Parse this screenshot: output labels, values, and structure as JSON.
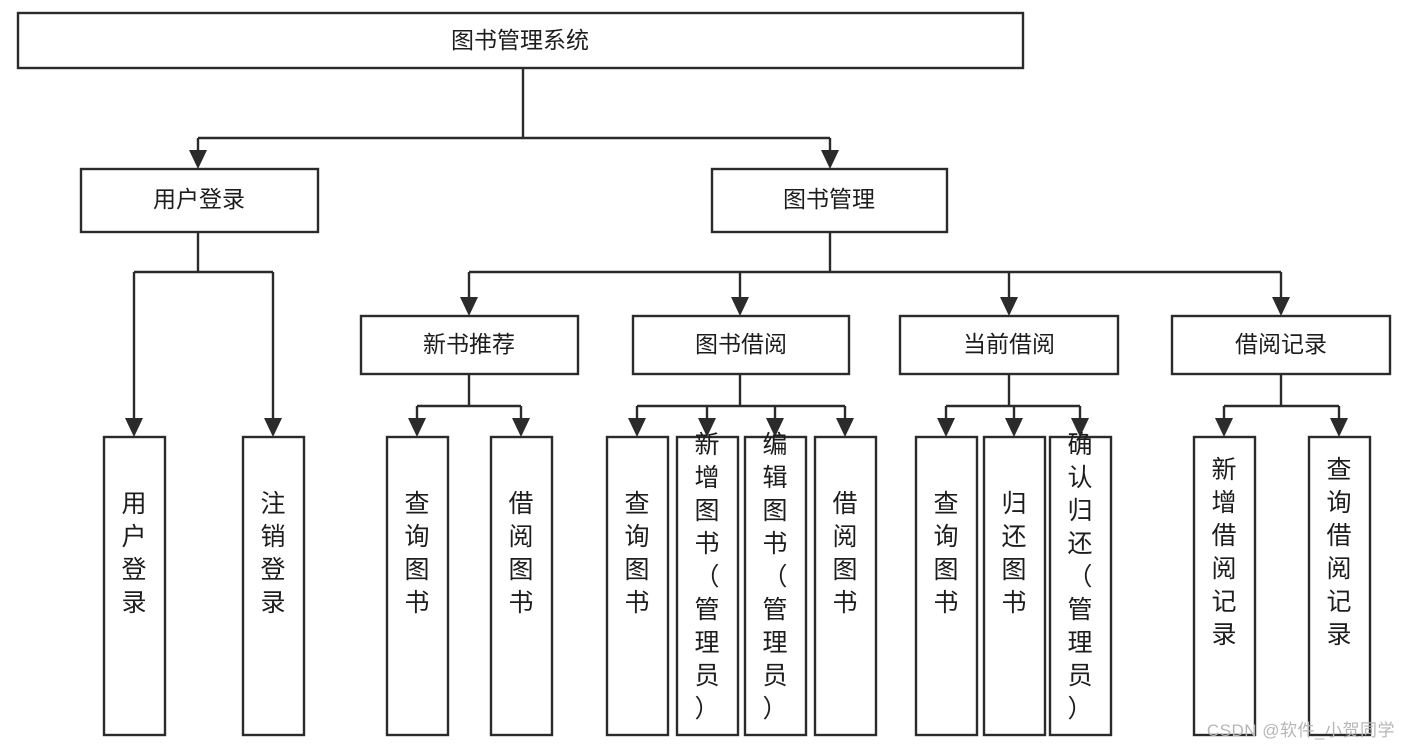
{
  "diagram": {
    "type": "tree-hierarchy",
    "title": "图书管理系统",
    "watermark": "CSDN @软件_小贺同学",
    "colors": {
      "stroke": "#2b2b2b",
      "box_fill": "#ffffff",
      "text": "#1d1d1d",
      "background": "#ffffff",
      "watermark_text": "#b6b6b6"
    },
    "root": {
      "label": "图书管理系统"
    },
    "level2": [
      {
        "label": "用户登录"
      },
      {
        "label": "图书管理"
      }
    ],
    "level3": [
      {
        "label": "新书推荐"
      },
      {
        "label": "图书借阅"
      },
      {
        "label": "当前借阅"
      },
      {
        "label": "借阅记录"
      }
    ],
    "leaves": {
      "user_login": [
        {
          "label": "用户登录"
        },
        {
          "label": "注销登录"
        }
      ],
      "new_book_recommend": [
        {
          "label": "查询图书"
        },
        {
          "label": "借阅图书"
        }
      ],
      "book_borrow": [
        {
          "label": "查询图书"
        },
        {
          "label": "新增图书（管理员）"
        },
        {
          "label": "编辑图书（管理员）"
        },
        {
          "label": "借阅图书"
        }
      ],
      "current_borrow": [
        {
          "label": "查询图书"
        },
        {
          "label": "归还图书"
        },
        {
          "label": "确认归还（管理员）"
        }
      ],
      "borrow_records": [
        {
          "label": "新增借阅记录"
        },
        {
          "label": "查询借阅记录"
        }
      ]
    }
  }
}
